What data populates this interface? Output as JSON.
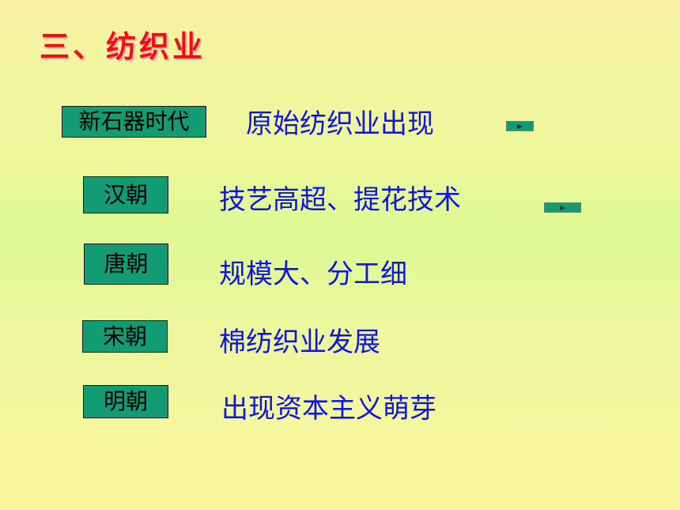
{
  "title": "三、纺织业",
  "rows": [
    {
      "era": "新石器时代",
      "event": "原始纺织业出现",
      "has_link": true
    },
    {
      "era": "汉朝",
      "event": "技艺高超、提花技术",
      "has_link": true
    },
    {
      "era": "唐朝",
      "event": "规模大、分工细",
      "has_link": false
    },
    {
      "era": "宋朝",
      "event": "棉纺织业发展",
      "has_link": false
    },
    {
      "era": "明朝",
      "event": "出现资本主义萌芽",
      "has_link": false
    }
  ],
  "colors": {
    "title": "#f01010",
    "era_box": "#139b73",
    "event_text": "#0d15e6"
  },
  "icons": {
    "link": "play-icon"
  }
}
